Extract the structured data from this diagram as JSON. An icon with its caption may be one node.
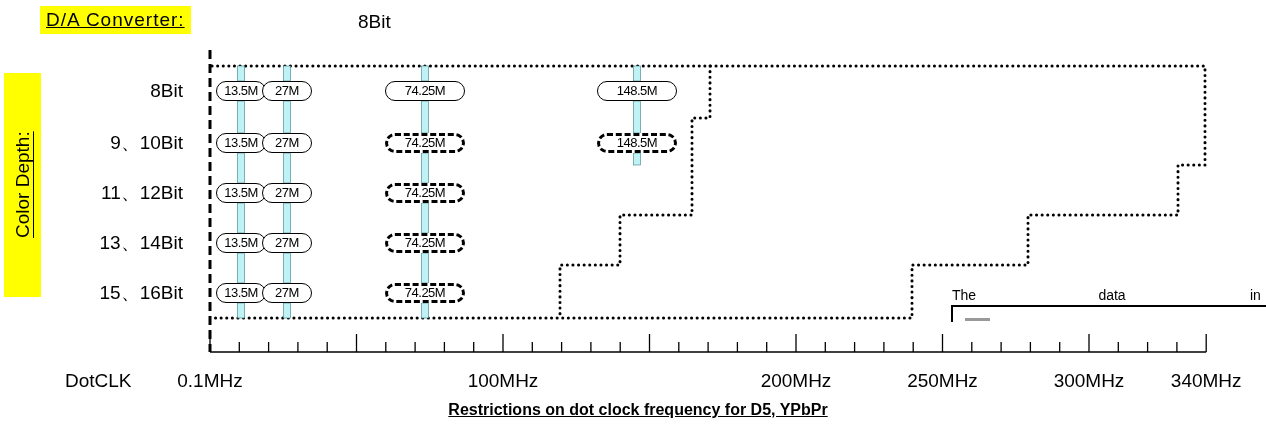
{
  "diagram": {
    "caption": "Restrictions on dot clock frequency for D5, YPbPr",
    "nodes": [
      {
        "text": [
          "13.5M"
        ]
      },
      {
        "text": [
          "27M"
        ]
      },
      {
        "text": [
          "74.25M"
        ]
      },
      {
        "text": [
          "148.5M"
        ]
      },
      {
        "text": [
          "13.5M"
        ]
      },
      {
        "text": [
          "27M"
        ]
      },
      {
        "text": [
          "74.25M"
        ]
      },
      {
        "text": [
          "148.5M"
        ]
      },
      {
        "text": [
          "13.5M"
        ]
      },
      {
        "text": [
          "27M"
        ]
      },
      {
        "text": [
          "74.25M"
        ]
      },
      {
        "text": [
          "13.5M"
        ]
      },
      {
        "text": [
          "27M"
        ]
      },
      {
        "text": [
          "74.25M"
        ]
      },
      {
        "text": [
          "13.5M"
        ]
      },
      {
        "text": [
          "27M"
        ]
      },
      {
        "text": [
          "74.25M"
        ]
      }
    ],
    "edges": [
      {
        "from": null,
        "to": 0,
        "arrow": "none"
      },
      {
        "from": 0,
        "to": 4,
        "arrow": "none"
      },
      {
        "from": 4,
        "to": 8,
        "arrow": "none"
      },
      {
        "from": 8,
        "to": 11,
        "arrow": "none"
      },
      {
        "from": 11,
        "to": 14,
        "arrow": "none"
      },
      {
        "from": 14,
        "to": null,
        "arrow": "none"
      },
      {
        "from": null,
        "to": 1,
        "arrow": "none"
      },
      {
        "from": 1,
        "to": 5,
        "arrow": "none"
      },
      {
        "from": 5,
        "to": 9,
        "arrow": "none"
      },
      {
        "from": 9,
        "to": 12,
        "arrow": "none"
      },
      {
        "from": 12,
        "to": 15,
        "arrow": "none"
      },
      {
        "from": 15,
        "to": null,
        "arrow": "none"
      },
      {
        "from": null,
        "to": 2,
        "arrow": "none"
      },
      {
        "from": 2,
        "to": 6,
        "arrow": "none"
      },
      {
        "from": 6,
        "to": 10,
        "arrow": "none"
      },
      {
        "from": 10,
        "to": 13,
        "arrow": "none"
      },
      {
        "from": 13,
        "to": 16,
        "arrow": "none"
      },
      {
        "from": 16,
        "to": null,
        "arrow": "none"
      },
      {
        "from": null,
        "to": 3,
        "arrow": "none"
      },
      {
        "from": 3,
        "to": 7,
        "arrow": "none"
      },
      {
        "from": 7,
        "to": null,
        "arrow": "none"
      }
    ],
    "labels": [
      "D/A Converter:",
      "8Bit",
      "Color Depth:",
      "8Bit",
      "9、10Bit",
      "11、12Bit",
      "13、14Bit",
      "15、16Bit",
      "The",
      "data",
      "in",
      "DotCLK",
      "0.1MHz",
      "100MHz",
      "200MHz",
      "250MHz",
      "300MHz",
      "340MHz"
    ]
  }
}
